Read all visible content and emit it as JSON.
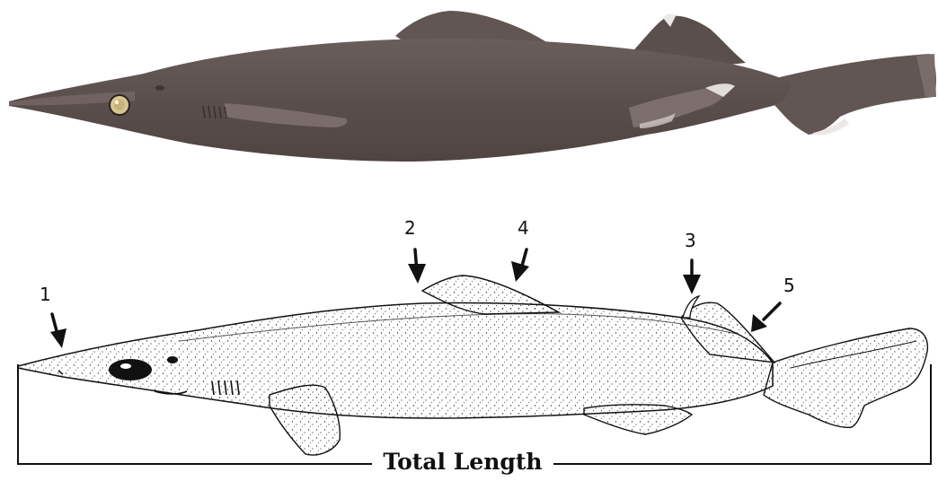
{
  "markers": [
    {
      "id": "1",
      "label": "1"
    },
    {
      "id": "2",
      "label": "2"
    },
    {
      "id": "3",
      "label": "3"
    },
    {
      "id": "4",
      "label": "4"
    },
    {
      "id": "5",
      "label": "5"
    }
  ],
  "measurement": {
    "label": "Total Length"
  },
  "colors": {
    "photo_body": "#5e5250",
    "photo_highlight": "#807270",
    "photo_fin_edge": "#e7e2e0",
    "eye": "#d8c690",
    "ink": "#111111",
    "paper": "#ffffff"
  }
}
